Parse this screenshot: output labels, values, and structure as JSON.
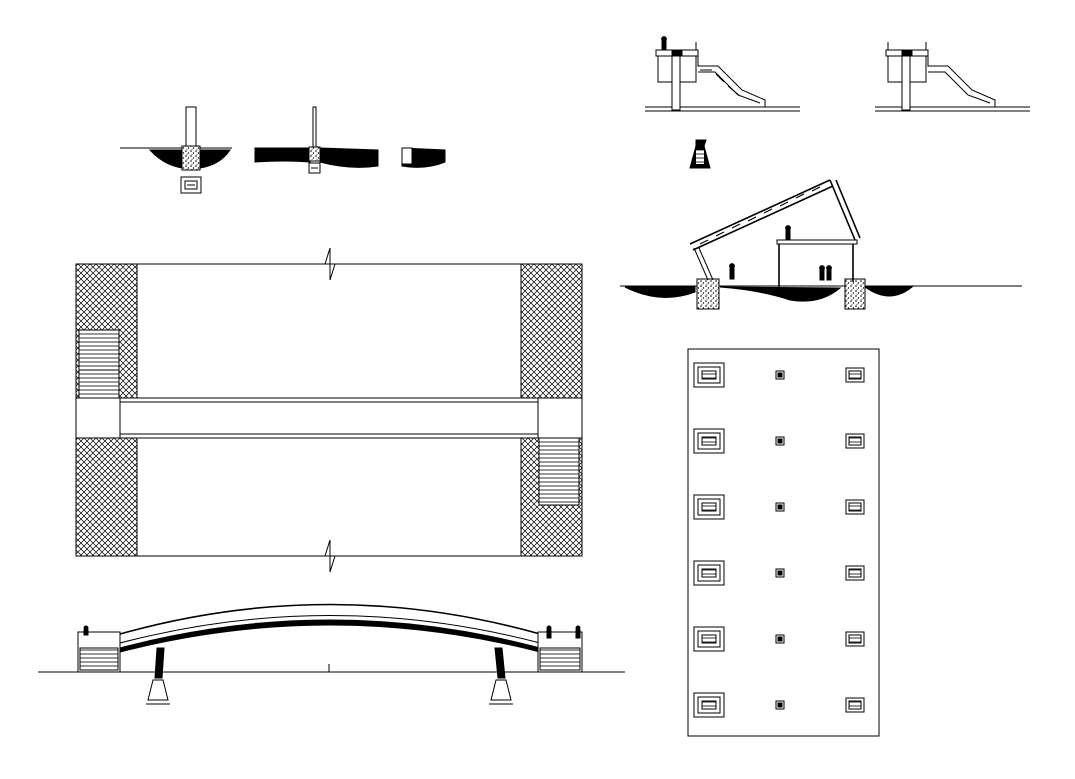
{
  "drawing": {
    "background": "#ffffff",
    "line_color": "#000000",
    "views": [
      {
        "name": "foundation-sections"
      },
      {
        "name": "stair-section-left"
      },
      {
        "name": "stair-section-right"
      },
      {
        "name": "pier-detail"
      },
      {
        "name": "crane-erection-section"
      },
      {
        "name": "bridge-plan"
      },
      {
        "name": "bridge-elevation"
      },
      {
        "name": "footing-layout-plan",
        "columns": 3,
        "rows": 6
      }
    ]
  }
}
